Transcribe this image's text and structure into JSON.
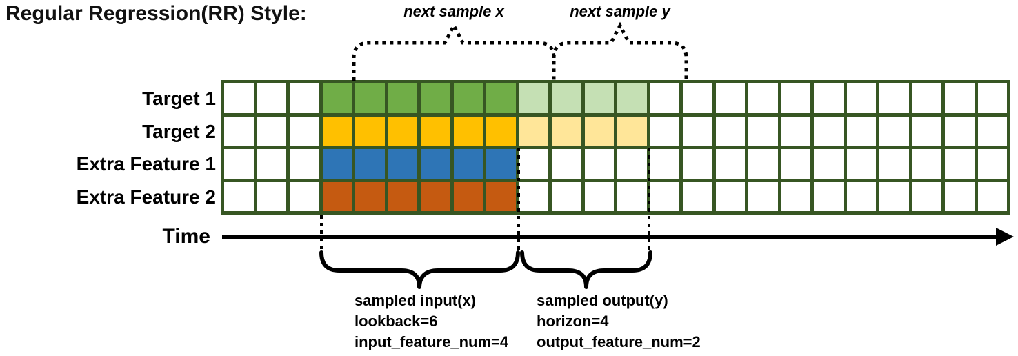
{
  "title": "Regular Regression(RR) Style:",
  "top_annotations": {
    "next_sample_x": "next sample x",
    "next_sample_y": "next sample y"
  },
  "rows": [
    {
      "label": "Target 1",
      "input_color": "#70AD47",
      "output_color": "#C5E0B4"
    },
    {
      "label": "Target 2",
      "input_color": "#FFC000",
      "output_color": "#FFE699"
    },
    {
      "label": "Extra Feature 1",
      "input_color": "#2E75B6",
      "output_color": null
    },
    {
      "label": "Extra Feature 2",
      "input_color": "#C55A11",
      "output_color": null
    }
  ],
  "grid": {
    "columns": 24,
    "lead_in_columns": 3,
    "lookback": 6,
    "horizon": 4,
    "input_feature_num": 4,
    "output_feature_num": 2,
    "line_color": "#375623",
    "empty_cell_color": "#FFFFFF"
  },
  "time_axis": {
    "label": "Time"
  },
  "bottom_annotations": {
    "input": {
      "lines": [
        "sampled input(x)",
        "lookback=6",
        "input_feature_num=4"
      ]
    },
    "output": {
      "lines": [
        "sampled output(y)",
        "horizon=4",
        "output_feature_num=2"
      ]
    }
  }
}
